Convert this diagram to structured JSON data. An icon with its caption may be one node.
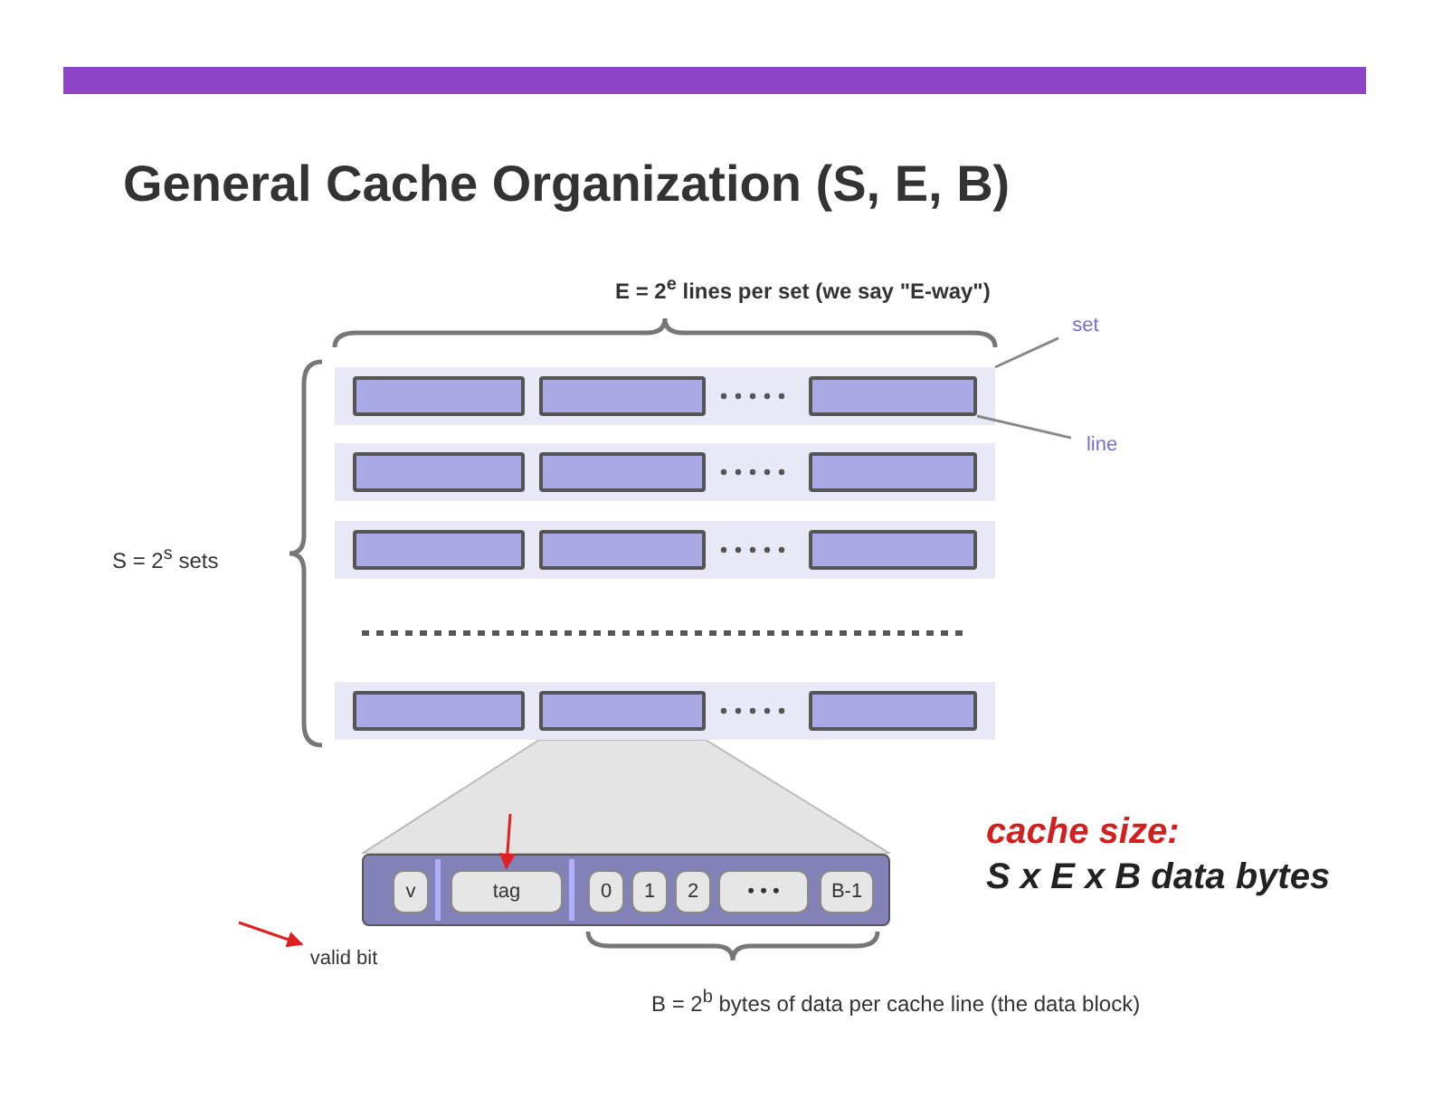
{
  "diagram": {
    "title": "General Cache Organization (S, E, B)",
    "nodes": [
      {
        "text": [],
        "shape": "box"
      },
      {
        "text": [],
        "shape": "box",
        "in": 0
      },
      {
        "text": [],
        "shape": "box",
        "in": 0
      },
      {
        "text": [],
        "shape": "box",
        "in": 0
      },
      {
        "text": [],
        "shape": "box"
      },
      {
        "text": [],
        "shape": "box",
        "in": 4
      },
      {
        "text": [],
        "shape": "box",
        "in": 4
      },
      {
        "text": [],
        "shape": "box",
        "in": 4
      },
      {
        "text": [],
        "shape": "box"
      },
      {
        "text": [],
        "shape": "box",
        "in": 8
      },
      {
        "text": [],
        "shape": "box",
        "in": 8
      },
      {
        "text": [],
        "shape": "box",
        "in": 8
      },
      {
        "text": [],
        "shape": "box"
      },
      {
        "text": [],
        "shape": "box",
        "in": 12
      },
      {
        "text": [],
        "shape": "box",
        "in": 12
      },
      {
        "text": [],
        "shape": "box",
        "in": 12
      },
      {
        "text": [],
        "shape": "box"
      },
      {
        "text": [
          "v"
        ],
        "in": 16
      },
      {
        "text": [
          "tag"
        ],
        "in": 16
      },
      {
        "text": [
          "0"
        ],
        "in": 16
      },
      {
        "text": [
          "1"
        ],
        "in": 16
      },
      {
        "text": [
          "2"
        ],
        "in": 16
      },
      {
        "text": [
          "• • •"
        ],
        "in": 16
      },
      {
        "text": [
          "B-1"
        ],
        "in": 16
      },
      {
        "text": [
          "set"
        ]
      },
      {
        "text": [
          "line"
        ]
      },
      {
        "text": [
          "valid bit"
        ]
      },
      {
        "text": [],
        "shape": "trapezoid"
      }
    ],
    "edges": [
      {
        "from": 24,
        "to": 0,
        "arrow": "none"
      },
      {
        "from": 25,
        "to": 3,
        "arrow": "none"
      },
      {
        "from": null,
        "to": 26,
        "arrow": "to",
        "color": "#e02020"
      },
      {
        "from": 27,
        "to": 18,
        "arrow": "to",
        "color": "#e02020"
      }
    ],
    "labels": [
      "E = 2$^{e}$ lines per set (we say \"E-way\")",
      "S = 2$^{s}$ sets",
      "cache size:",
      "S x E x B  data bytes",
      "B = 2$^{b}$ bytes of data per cache line (the data block)"
    ]
  }
}
